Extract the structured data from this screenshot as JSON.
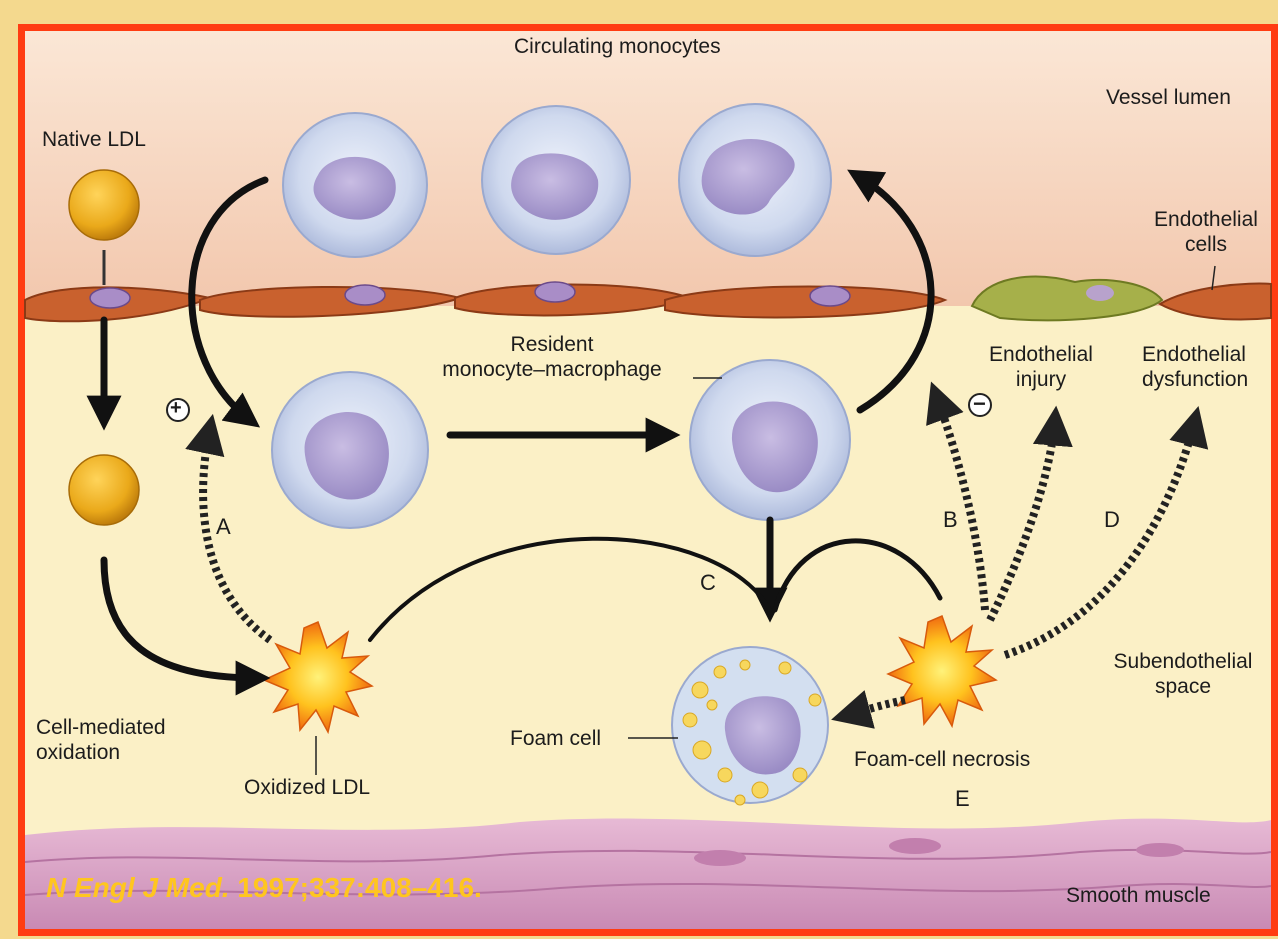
{
  "labels": {
    "circulating_monocytes": "Circulating monocytes",
    "vessel_lumen": "Vessel lumen",
    "native_ldl": "Native LDL",
    "endothelial_cells_line1": "Endothelial",
    "endothelial_cells_line2": "cells",
    "resident_line1": "Resident",
    "resident_line2": "monocyte–macrophage",
    "endothelial_injury_line1": "Endothelial",
    "endothelial_injury_line2": "injury",
    "endothelial_dysfunction_line1": "Endothelial",
    "endothelial_dysfunction_line2": "dysfunction",
    "cell_mediated_line1": "Cell-mediated",
    "cell_mediated_line2": "oxidation",
    "oxidized_ldl": "Oxidized LDL",
    "foam_cell": "Foam cell",
    "foam_cell_necrosis": "Foam-cell necrosis",
    "subendothelial_line1": "Subendothelial",
    "subendothelial_line2": "space",
    "smooth_muscle": "Smooth muscle"
  },
  "symbols": {
    "plus": "+",
    "minus": "−"
  },
  "pathway_letters": {
    "a": "A",
    "b": "B",
    "c": "C",
    "d": "D",
    "e": "E"
  },
  "citation": {
    "journal": "N Engl J Med.",
    "reference": " 1997;337:408–416."
  },
  "colors": {
    "frame_red": "#ff3c12",
    "frame_gold": "#f4d98e",
    "citation_yellow": "#ffc61e",
    "lumen": "#f6d4bf",
    "subendothelium": "#fbf1c8",
    "smooth_muscle": "#d79ac4",
    "endothelium": "#c9612e",
    "injured_endothelium": "#a6b04a",
    "ldl": "#e9a919"
  }
}
